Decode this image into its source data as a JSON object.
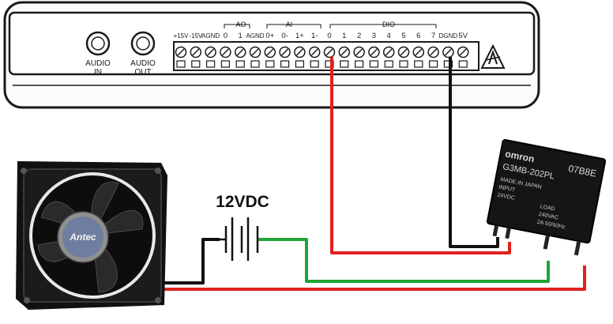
{
  "device": {
    "audio_in": {
      "line1": "AUDIO",
      "line2": "IN"
    },
    "audio_out": {
      "line1": "AUDIO",
      "line2": "OUT"
    },
    "group_labels": {
      "ao": "AO",
      "ai": "AI",
      "dio": "DIO"
    },
    "pins": [
      "+15V",
      "-15V",
      "AGND",
      "0",
      "1",
      "AGND",
      "0+",
      "0-",
      "1+",
      "1-",
      "0",
      "1",
      "2",
      "3",
      "4",
      "5",
      "6",
      "7",
      "DGND",
      "5V"
    ]
  },
  "battery": {
    "label": "12VDC"
  },
  "fan": {
    "brand": "Antec"
  },
  "relay": {
    "brand": "omron",
    "model": "G3MB-202PL",
    "code": "07B8E",
    "made_in": "MADE IN JAPAN",
    "input_label": "INPUT",
    "input_value": "24VDC",
    "load_label": "LOAD",
    "load_value1": "240VAC",
    "load_value2": "2A 50/60Hz"
  },
  "colors": {
    "wire_red": "#e0201f",
    "wire_green": "#1fa535",
    "wire_black": "#111111",
    "device_outline": "#1a1a1a"
  }
}
